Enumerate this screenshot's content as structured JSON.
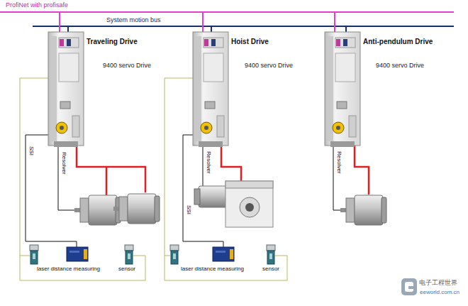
{
  "diagram": {
    "nodes": [
      {
        "text": [
          "Traveling Drive",
          "9400 servo Drive"
        ]
      },
      {
        "text": [
          "Hoist Drive",
          "9400 servo Drive"
        ]
      },
      {
        "text": [
          "Anti-pendulum Drive",
          "9400 servo Drive"
        ]
      }
    ],
    "labels": [
      "ProfiNet with profisafe",
      "System motion bus",
      "SSI",
      "Resolver",
      "Resolver",
      "SSI",
      "Resolver",
      "laser distance measuring",
      "sensor",
      "laser distance measuring",
      "sensor",
      "电子工程世界",
      "eeworld.com.cn"
    ]
  }
}
